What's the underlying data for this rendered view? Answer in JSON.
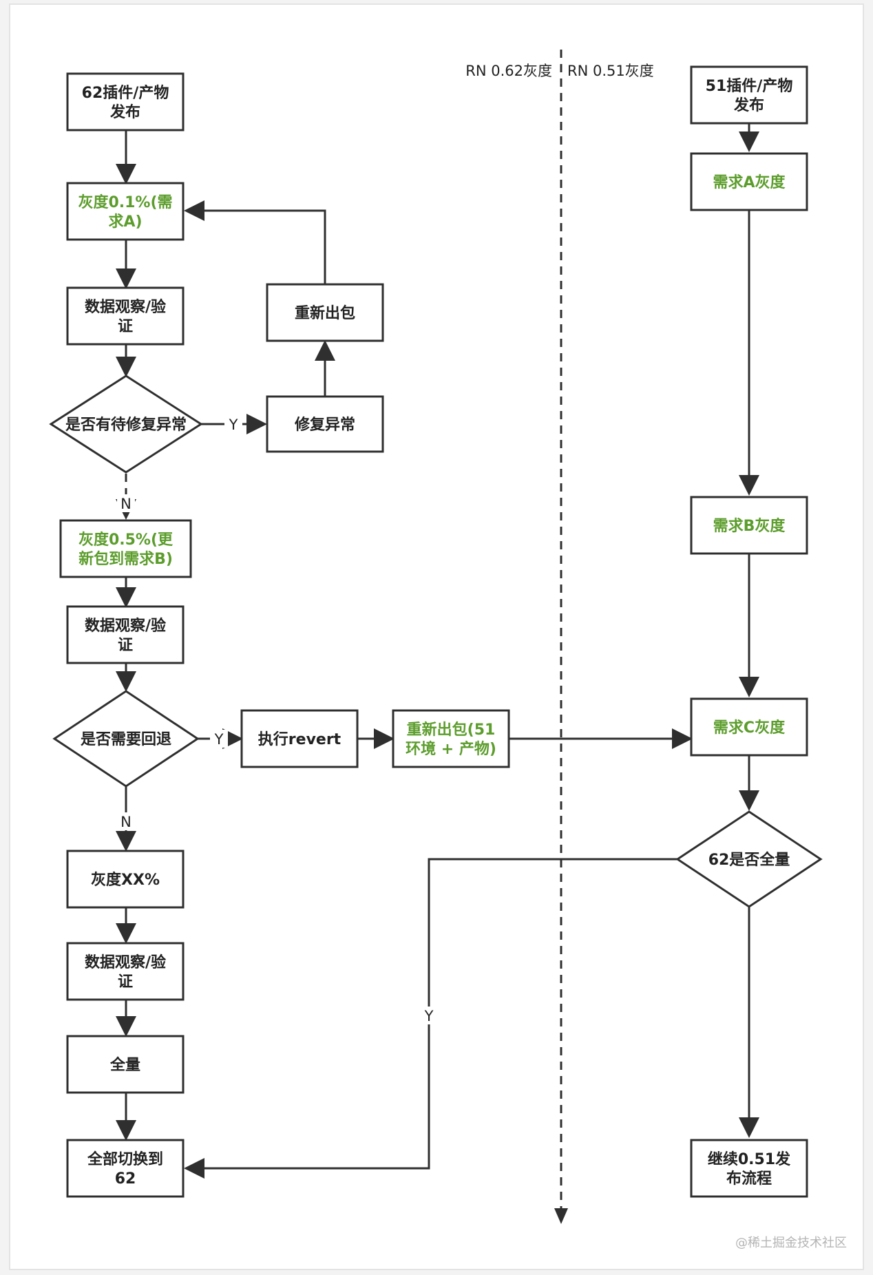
{
  "lanes": {
    "left": "RN 0.62灰度",
    "right": "RN 0.51灰度"
  },
  "nodes": {
    "l_publish": [
      "62插件/产物",
      "发布"
    ],
    "l_gray01": [
      "灰度0.1%(需",
      "求A)"
    ],
    "l_observe1": [
      "数据观察/验",
      "证"
    ],
    "l_fix_q": [
      "是否有待修复异常"
    ],
    "fix": [
      "修复异常"
    ],
    "rebuild": [
      "重新出包"
    ],
    "l_gray05": [
      "灰度0.5%(更",
      "新包到需求B)"
    ],
    "l_observe2": [
      "数据观察/验",
      "证"
    ],
    "l_rollback_q": [
      "是否需要回退"
    ],
    "revert": [
      "执行revert"
    ],
    "rebuild51": [
      "重新出包(51",
      "环境 + 产物)"
    ],
    "l_grayxx": [
      "灰度XX%"
    ],
    "l_observe3": [
      "数据观察/验",
      "证"
    ],
    "l_full": [
      "全量"
    ],
    "l_switch": [
      "全部切换到",
      "62"
    ],
    "r_publish": [
      "51插件/产物",
      "发布"
    ],
    "r_grayA": [
      "需求A灰度"
    ],
    "r_grayB": [
      "需求B灰度"
    ],
    "r_grayC": [
      "需求C灰度"
    ],
    "r_full_q": [
      "62是否全量"
    ],
    "r_continue": [
      "继续0.51发",
      "布流程"
    ]
  },
  "edge_labels": {
    "fix_yes": "Y",
    "fix_no": "N",
    "rollback_yes": "Y",
    "rollback_no": "N",
    "full_yes": "Y"
  },
  "colors": {
    "stroke": "#2f2f2f",
    "green_text": "#5c9d2c",
    "background": "#f3f3f3"
  },
  "watermark": "@稀土掘金技术社区"
}
